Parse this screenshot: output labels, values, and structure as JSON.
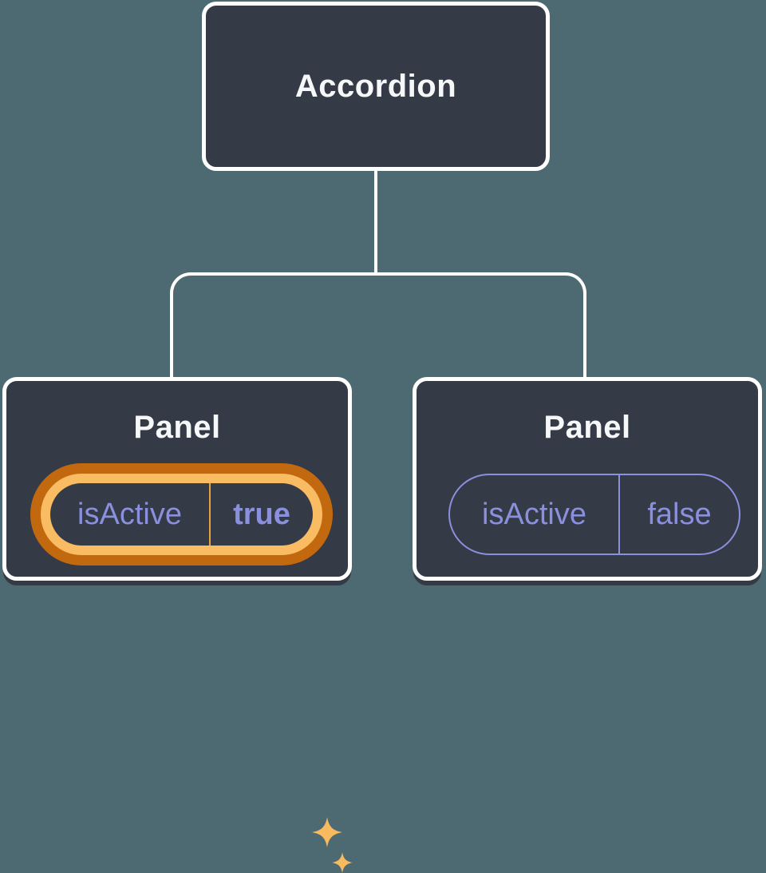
{
  "root_node": {
    "label": "Accordion"
  },
  "panels": [
    {
      "title": "Panel",
      "prop": {
        "name": "isActive",
        "value": "true"
      },
      "highlighted": true
    },
    {
      "title": "Panel",
      "prop": {
        "name": "isActive",
        "value": "false"
      },
      "highlighted": false
    }
  ],
  "icons": {
    "sparkle": "✦"
  },
  "colors": {
    "background": "#4D6971",
    "node_fill": "#343A46",
    "node_border": "#FFFFFF",
    "node_text": "#F6F7F9",
    "state_purple": "#8A90DE",
    "highlight_ring_outer": "#C2690F",
    "highlight_ring_inner": "#FABC62",
    "highlight_divider": "#E8A33C",
    "sparkle_gold": "#F7BA5F"
  }
}
